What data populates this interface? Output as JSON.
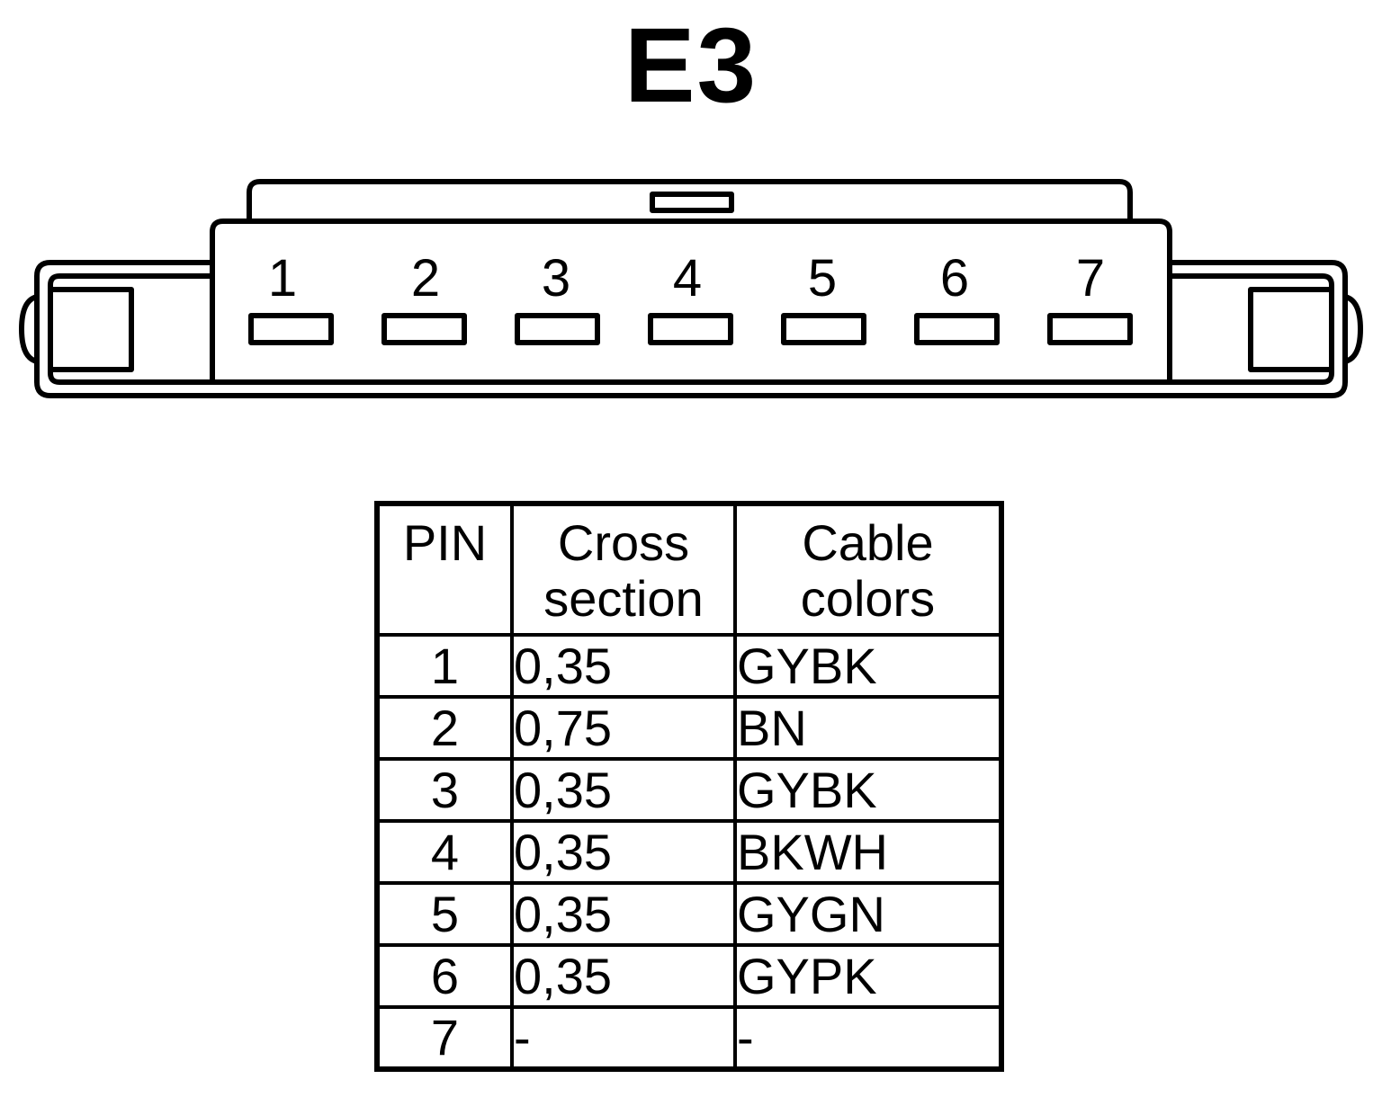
{
  "title": "E3",
  "connector": {
    "pin_labels": [
      "1",
      "2",
      "3",
      "4",
      "5",
      "6",
      "7"
    ]
  },
  "table": {
    "headers": [
      {
        "line1": "PIN",
        "line2": ""
      },
      {
        "line1": "Cross",
        "line2": "section"
      },
      {
        "line1": "Cable",
        "line2": "colors"
      }
    ],
    "rows": [
      [
        "1",
        "0,35",
        "GYBK"
      ],
      [
        "2",
        "0,75",
        "BN"
      ],
      [
        "3",
        "0,35",
        "GYBK"
      ],
      [
        "4",
        "0,35",
        "BKWH"
      ],
      [
        "5",
        "0,35",
        "GYGN"
      ],
      [
        "6",
        "0,35",
        "GYPK"
      ],
      [
        "7",
        "-",
        "-"
      ]
    ]
  }
}
